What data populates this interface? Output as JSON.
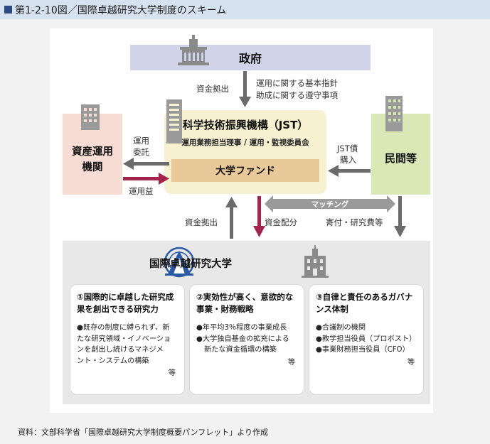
{
  "title": "第1-2-10図／国際卓越研究大学制度のスキーム",
  "government": {
    "label": "政府"
  },
  "gov_to_jst": {
    "left_label": "資金拠出",
    "right_label_1": "運用に関する基本指針",
    "right_label_2": "助成に関する遵守事項"
  },
  "jst": {
    "title": "科学技術振興機構（JST）",
    "subtitle": "運用業務担当理事 / 運用・監視委員会",
    "fund": "大学ファンド"
  },
  "asset_management": {
    "label_line1": "資産運用",
    "label_line2": "機関",
    "entrust_label_1": "運用",
    "entrust_label_2": "委託",
    "return_label": "運用益"
  },
  "private_sector": {
    "label": "民間等",
    "bond_label_1": "JST債",
    "bond_label_2": "購入",
    "donation_label": "寄付・研究費等"
  },
  "flows": {
    "univ_to_jst": "資金拠出",
    "jst_to_univ": "資金配分",
    "matching": "マッチング"
  },
  "university": {
    "title": "国際卓越研究大学",
    "cards": [
      {
        "title_1": "①国際的に卓越した研究成",
        "title_2": "果を創出できる研究力",
        "items": [
          "●既存の制度に縛られず、新",
          "たな研究領域・イノベーショ",
          "ンを創出し続けるマネジメ",
          "ント・システムの構築"
        ],
        "etc": "等"
      },
      {
        "title_1": "②実効性が高く、意欲的な",
        "title_2": "事業・財務戦略",
        "items": [
          "●年平均3％程度の事業成長",
          "●大学独自基金の拡充による",
          "新たな資金循環の構築"
        ],
        "etc": "等"
      },
      {
        "title_1": "③自律と責任のあるガバナ",
        "title_2": "ンス体制",
        "items": [
          "●合議制の機関",
          "●教学担当役員（プロボスト）",
          "●事業財務担当役員（CFO）"
        ],
        "etc": "等"
      }
    ]
  },
  "source": "資料：文部科学省「国際卓越研究大学制度概要パンフレット」より作成",
  "colors": {
    "arrow_gray": "#6b6b6b",
    "arrow_red": "#a3254e",
    "gov_bg": "#d1d4e9",
    "jst_bg": "#f8f1d1",
    "fund_bg": "#e9c99a",
    "asset_bg": "#f7dcd4",
    "private_bg": "#d9e8b6",
    "univ_logo": "#2a5aa6"
  }
}
